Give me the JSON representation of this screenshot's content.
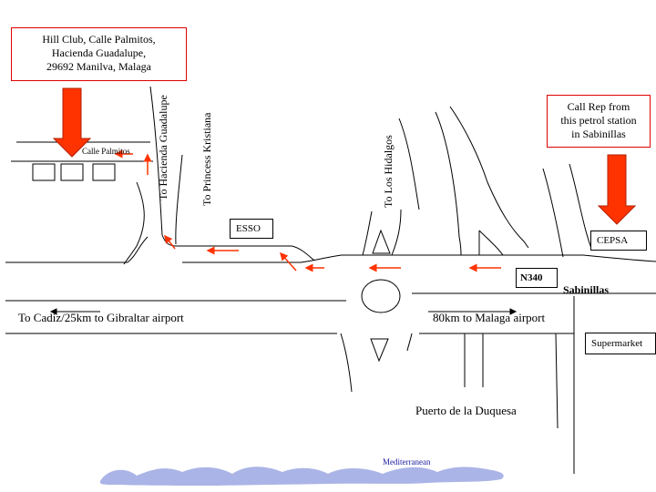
{
  "callouts": {
    "hill_club": [
      "Hill Club, Calle Palmitos,",
      "Hacienda Guadalupe,",
      "29692 Manilva, Malaga"
    ],
    "call_rep": [
      "Call Rep from",
      "this petrol station",
      "in Sabinillas"
    ]
  },
  "streets": {
    "calle_palmitos": "Calle Palmitos",
    "to_hacienda": "To Hacienda Guadalupe",
    "to_princess": "To Princess Kristiana",
    "to_hidalgos": "To Los Hidalgos"
  },
  "places": {
    "esso": "ESSO",
    "cepsa": "CEPSA",
    "supermarket": "Supermarket",
    "n340": "N340",
    "sabinillas": "Sabinillas",
    "puerto": "Puerto de la Duquesa",
    "sea": "Mediterranean"
  },
  "directions": {
    "cadiz": "To Cadiz/25km to Gibraltar airport",
    "malaga": "80km to Malaga airport"
  },
  "colors": {
    "callout_border": "#e00000",
    "big_arrow": "#ff3300",
    "route_arrow": "#ff3300",
    "sea": "#aab4e6",
    "sea_label": "#1a1aa0"
  }
}
